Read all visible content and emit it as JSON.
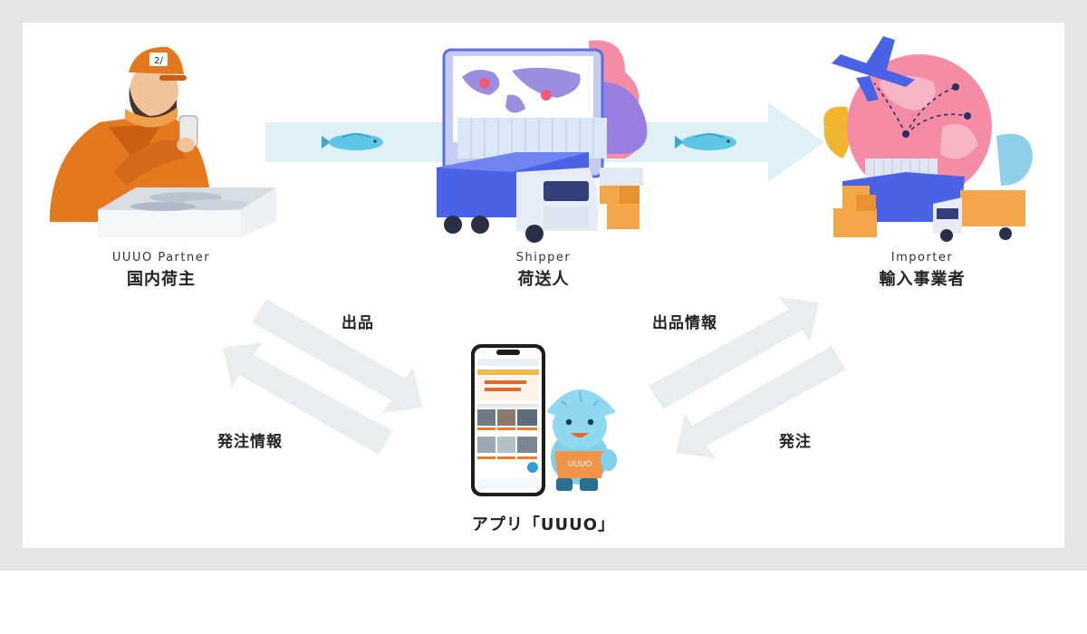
{
  "nodes": {
    "partner": {
      "en": "UUUO Partner",
      "ja": "国内荷主"
    },
    "shipper": {
      "en": "Shipper",
      "ja": "荷送人"
    },
    "importer": {
      "en": "Importer",
      "ja": "輸入事業者"
    },
    "app": {
      "ja": "アプリ「UUUO」"
    }
  },
  "flows": {
    "listing": "出品",
    "listing_info": "出品情報",
    "order_info": "発注情報",
    "order": "発注"
  },
  "badges": {
    "cap": "2/",
    "mascot_apron": "UUUO"
  },
  "colors": {
    "flow_arrow": "#dff1f7",
    "exchange_arrow": "#eaeded",
    "fish": "#5cc6e4",
    "truck": "#4a63e6",
    "accent_pink": "#f48ca6",
    "orange": "#e4781f"
  }
}
